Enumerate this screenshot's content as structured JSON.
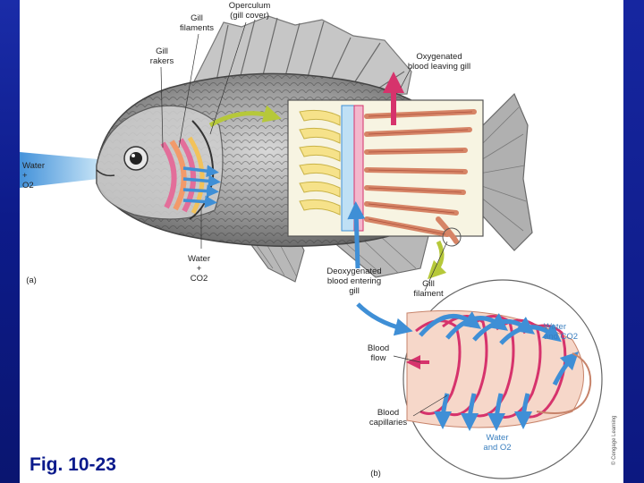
{
  "slide": {
    "caption": "Fig. 10-23",
    "credit": "© Cengage Learning",
    "colors": {
      "frame_blue": "#0b1a8c",
      "caption_blue": "#0b1a8c",
      "deoxy_blue": "#3f8fd6",
      "oxy_red": "#d6336c",
      "arrow_green": "#b6c83a"
    }
  },
  "panel_a": {
    "panel_label": "(a)",
    "labels": {
      "water_o2_line1": "Water",
      "water_o2_line2": "+",
      "water_o2_line3": "O2",
      "gill_filaments_line1": "Gill",
      "gill_filaments_line2": "filaments",
      "operculum_line1": "Operculum",
      "operculum_line2": "(gill cover)",
      "gill_rakers_line1": "Gill",
      "gill_rakers_line2": "rakers",
      "oxygenated_line1": "Oxygenated",
      "oxygenated_line2": "blood leaving gill",
      "water_co2_line1": "Water",
      "water_co2_line2": "+",
      "water_co2_line3": "CO2",
      "deoxygenated_line1": "Deoxygenated",
      "deoxygenated_line2": "blood entering",
      "deoxygenated_line3": "gill",
      "gill_filament_line1": "Gill",
      "gill_filament_line2": "filament"
    }
  },
  "panel_b": {
    "panel_label": "(b)",
    "labels": {
      "water_and_co2_line1": "Water",
      "water_and_co2_line2": "and CO2",
      "blood_flow_line1": "Blood",
      "blood_flow_line2": "flow",
      "blood_capillaries_line1": "Blood",
      "blood_capillaries_line2": "capillaries",
      "water_and_o2_line1": "Water",
      "water_and_o2_line2": "and O2"
    }
  }
}
